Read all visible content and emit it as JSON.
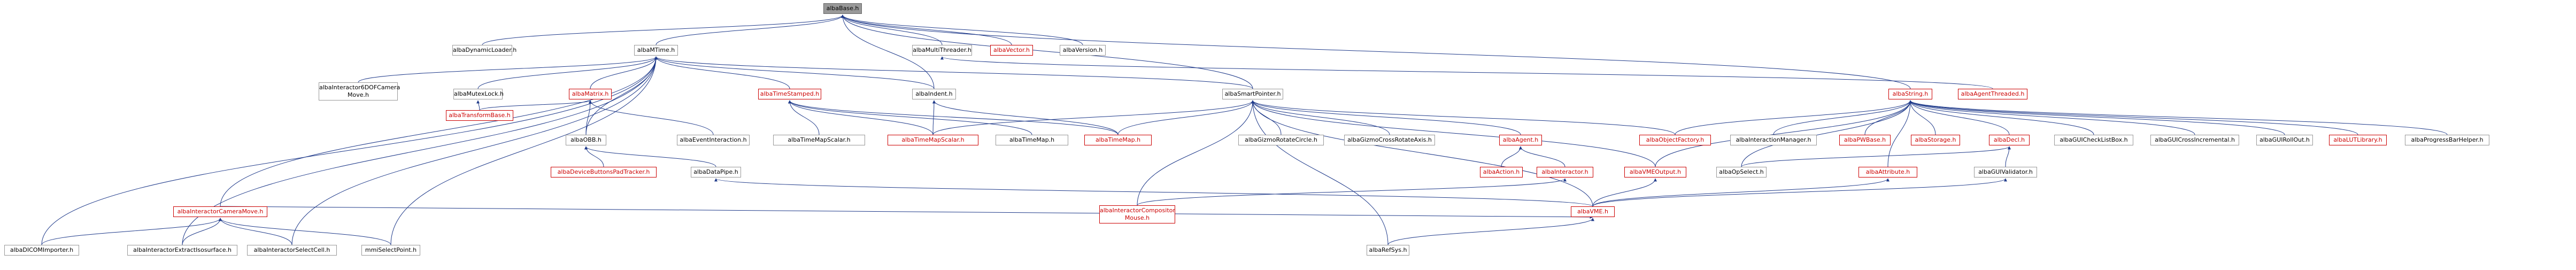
{
  "colors": {
    "edge": "#1f3a8a",
    "link_red": "#cc0000",
    "root_fill": "#999999"
  },
  "root": {
    "label": "albaBase.h"
  },
  "nodes": {
    "albaDynamicLoader": "albaDynamicLoader.h",
    "albaMTime": "albaMTime.h",
    "albaMultiThreader": "albaMultiThreader.h",
    "albaVector": "albaVector.h",
    "albaVersion": "albaVersion.h",
    "albaInteractor6DOFCameraMove_l1": "albaInteractor6DOFCamera",
    "albaInteractor6DOFCameraMove_l2": "Move.h",
    "albaMutexLock": "albaMutexLock.h",
    "albaMatrix": "albaMatrix.h",
    "albaTimeStamped": "albaTimeStamped.h",
    "albaIndent": "albaIndent.h",
    "albaSmartPointer": "albaSmartPointer.h",
    "albaString": "albaString.h",
    "albaAgentThreaded": "albaAgentThreaded.h",
    "albaTransformBase": "albaTransformBase.h",
    "albaOBB": "albaOBB.h",
    "albaEventInteraction": "albaEventInteraction.h",
    "albaTimeMapScalarWithVtk": "albaTimeMapScalar.h",
    "albaTimeMapScalarRed": "albaTimeMapScalar.h",
    "albaTimeMapWithVtk": "albaTimeMap.h",
    "albaTimeMapRed": "albaTimeMap.h",
    "albaGizmoRotateCircle": "albaGizmoRotateCircle.h",
    "albaGizmoRotateFan": "albaGizmoCrossRotateAxis.h",
    "albaAgent": "albaAgent.h",
    "albaObjectFactory": "albaObjectFactory.h",
    "albaInteractionManager": "albaInteractionManager.h",
    "albaPWBase": "albaPWBase.h",
    "albaStorage": "albaStorage.h",
    "albaDecl": "albaDecl.h",
    "albaGUICheckListBox": "albaGUICheckListBox.h",
    "albaGUICrossIncremental": "albaGUICrossIncremental.h",
    "albaGUIRollOut": "albaGUIRollOut.h",
    "albaLUTLibrary": "albaLUTLibrary.h",
    "albaProgressBarHelper": "albaProgressBarHelper.h",
    "albaDeviceButtonsPadTracker": "albaDeviceButtonsPadTracker.h",
    "albaDataPipe": "albaDataPipe.h",
    "albaAction": "albaAction.h",
    "albaInteractor": "albaInteractor.h",
    "albaVMEOutput": "albaVMEOutput.h",
    "albaOpSelect": "albaOpSelect.h",
    "albaAttribute": "albaAttribute.h",
    "albaGUIValidator": "albaGUIValidator.h",
    "albaInteractorCompositorMouse_l1": "albaInteractorCompositor",
    "albaInteractorCompositorMouse_l2": "Mouse.h",
    "albaVME": "albaVME.h",
    "albaInteractorCameraMove": "albaInteractorCameraMove.h",
    "albaDICOMImporter": "albaDICOMImporter.h",
    "albaInteractorExtractIsosurface": "albaInteractorExtractIsosurface.h",
    "albaInteractorSelectCell": "albaInteractorSelectCell.h",
    "mmiSelectPoint": "mmiSelectPoint.h",
    "albaRefSys": "albaRefSys.h"
  }
}
